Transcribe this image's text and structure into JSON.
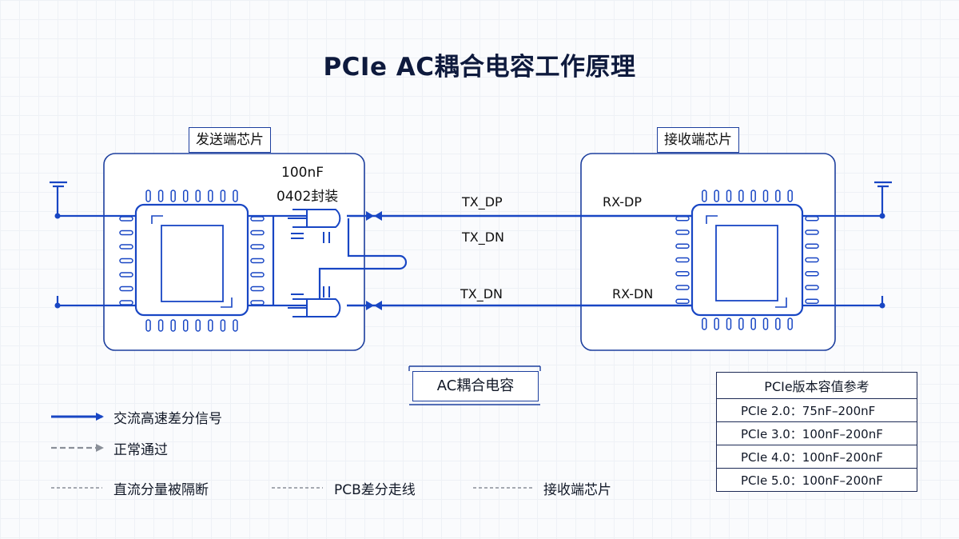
{
  "title": "PCIe AC耦合电容工作原理",
  "tx_chip": {
    "label": "发送端芯片"
  },
  "rx_chip": {
    "label": "接收端芯片"
  },
  "capacitor": {
    "value": "100nF",
    "package": "0402封装"
  },
  "signals": {
    "tx_dp": "TX_DP",
    "tx_dn_mid": "TX_DN",
    "tx_dn_bottom": "TX_DN",
    "rx_dp": "RX-DP",
    "rx_dn": "RX-DN"
  },
  "callout": "AC耦合电容",
  "legend": {
    "high_speed": "交流高速差分信号",
    "normal_pass": "正常通过",
    "dc_blocked": "直流分量被隔断",
    "pcb_trace": "PCB差分走线",
    "rx_chip": "接收端芯片"
  },
  "ref_table": {
    "header": "PCIe版本容值参考",
    "rows": [
      "PCIe 2.0：75nF–200nF",
      "PCIe 3.0：100nF–200nF",
      "PCIe 4.0：100nF–200nF",
      "PCIe 5.0：100nF–200nF"
    ]
  },
  "colors": {
    "signal_blue": "#1846c4",
    "outline_blue": "#1d3f9e",
    "gray": "#8a8f98"
  }
}
